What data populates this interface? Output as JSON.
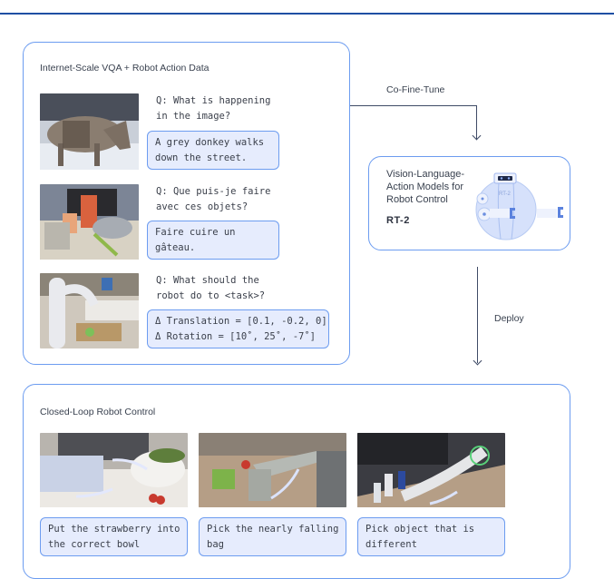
{
  "vqa_panel": {
    "title": "Internet-Scale VQA + Robot Action Data",
    "examples": [
      {
        "image": "donkey-photo",
        "question": "Q: What is happening\nin the image?",
        "answer": "A grey donkey walks\ndown the street."
      },
      {
        "image": "baking-ingredients-photo",
        "question": "Q: Que puis-je faire\navec ces objets?",
        "answer": "Faire cuire un\ngâteau."
      },
      {
        "image": "robot-arm-drawer-photo",
        "question": "Q: What should the\nrobot do to <task>?",
        "answer": "Δ Translation = [0.1, -0.2, 0]\nΔ Rotation = [10˚, 25˚, -7˚]"
      }
    ]
  },
  "arrows": {
    "cofinetune_label": "Co-Fine-Tune",
    "deploy_label": "Deploy"
  },
  "model_card": {
    "title": "Vision-Language-\nAction Models for\nRobot Control",
    "name": "RT-2",
    "robot_badge": "RT-2"
  },
  "control_panel": {
    "title": "Closed-Loop Robot Control",
    "tasks": [
      {
        "image": "strawberry-bowl-photo",
        "caption": "Put the strawberry into\nthe correct bowl"
      },
      {
        "image": "falling-bag-photo",
        "caption": "Pick the nearly falling\nbag"
      },
      {
        "image": "different-object-photo",
        "caption": "Pick object that is\ndifferent"
      }
    ]
  },
  "colors": {
    "accent": "#6c9cf0",
    "answer_fill": "#e6ecfd",
    "arrow": "#3f4b66",
    "header_rule": "#1f4fa3"
  }
}
